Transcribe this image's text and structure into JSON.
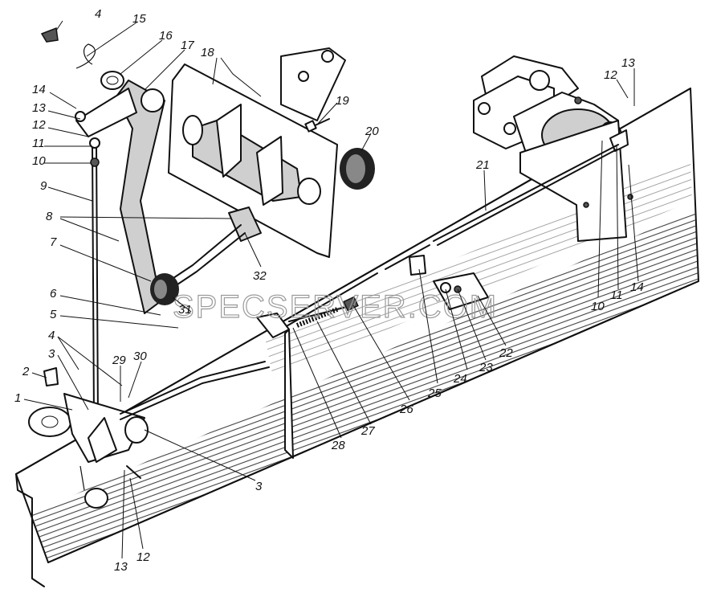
{
  "diagram": {
    "part_labels": [
      "4",
      "15",
      "16",
      "17",
      "18",
      "14",
      "13",
      "12",
      "11",
      "10",
      "9",
      "8",
      "7",
      "6",
      "5",
      "4",
      "3",
      "2",
      "1",
      "3",
      "29",
      "30",
      "13",
      "12",
      "19",
      "20",
      "32",
      "31",
      "21",
      "13",
      "12",
      "10",
      "11",
      "14",
      "22",
      "23",
      "24",
      "25",
      "26",
      "27",
      "28"
    ],
    "watermark": "SPECSERVER.COM"
  },
  "colors": {
    "ink": "#111111",
    "shade": "#cfcfcf",
    "paper": "#ffffff"
  }
}
